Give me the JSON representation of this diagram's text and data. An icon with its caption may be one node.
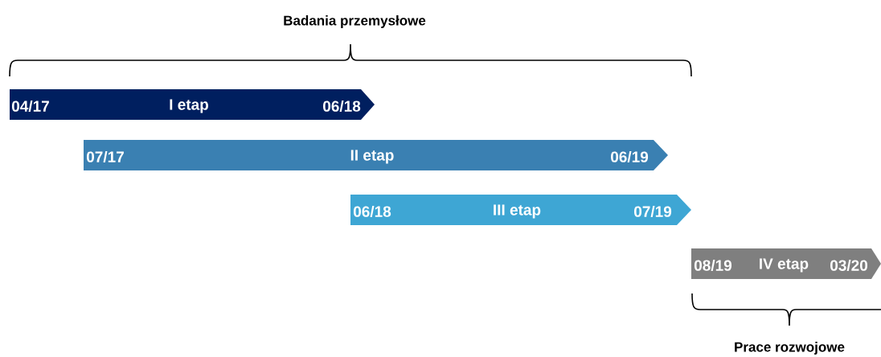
{
  "diagram": {
    "nodes": [
      {
        "text": [
          "04/17",
          "I etap",
          "06/18"
        ]
      },
      {
        "text": [
          "07/17",
          "II etap",
          "06/19"
        ]
      },
      {
        "text": [
          "06/18",
          "III etap",
          "07/19"
        ]
      },
      {
        "text": [
          "08/19",
          "IV etap",
          "03/20"
        ]
      }
    ],
    "labels": [
      "Badania przemysłowe",
      "Prace rozwojowe"
    ]
  }
}
